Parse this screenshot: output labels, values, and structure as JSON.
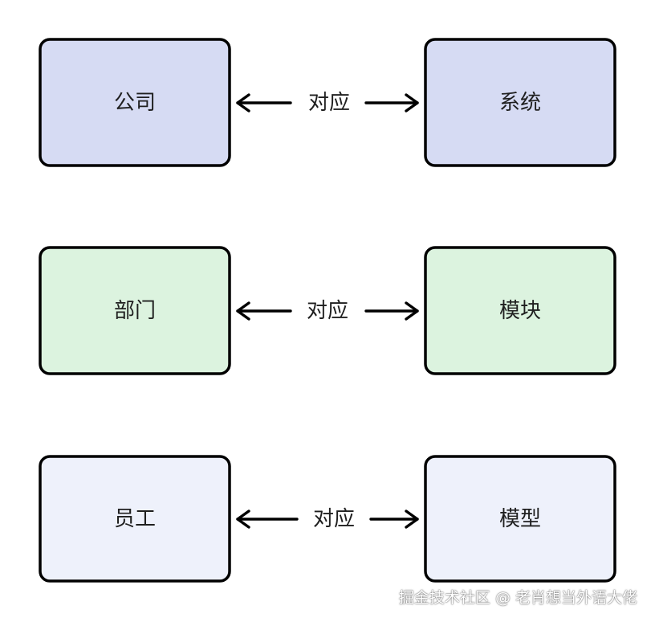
{
  "colors": {
    "row1_fill": "#d6dbf3",
    "row2_fill": "#dcf3df",
    "row3_fill": "#eef1fb",
    "stroke": "#000000"
  },
  "rows": [
    {
      "left": "公司",
      "relation": "对应",
      "right": "系统"
    },
    {
      "left": "部门",
      "relation": "对应",
      "right": "模块"
    },
    {
      "left": "员工",
      "relation": "对应",
      "right": "模型"
    }
  ],
  "watermark": "掘金技术社区 @ 老肖想当外语大佬"
}
